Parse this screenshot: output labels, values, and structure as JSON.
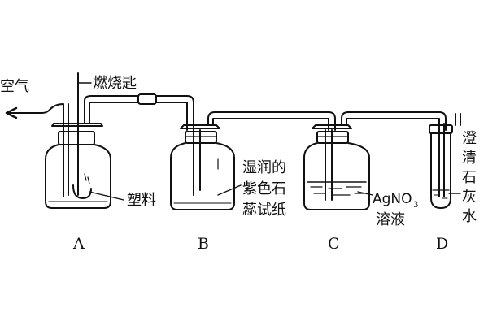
{
  "labels": {
    "air": "空气",
    "spoon": "燃烧匙",
    "plastic": "塑料",
    "litmus": [
      "湿润的",
      "紫色石",
      "蕊试纸"
    ],
    "agno3_main": "AgNO",
    "agno3_sub": "3",
    "agno3_solution": "溶液",
    "limewater": [
      "澄",
      "清",
      "石",
      "灰",
      "水"
    ]
  },
  "captions": [
    "A",
    "B",
    "C",
    "D"
  ]
}
